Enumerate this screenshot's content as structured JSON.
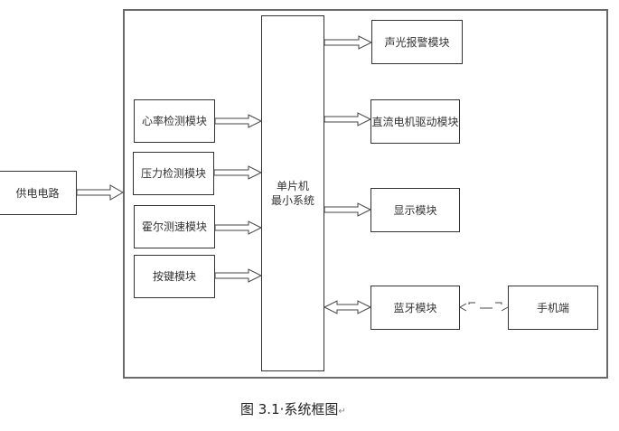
{
  "diagram": {
    "power_supply": "供电电路",
    "inputs": [
      {
        "label": "心率检测模块"
      },
      {
        "label": "压力检测模块"
      },
      {
        "label": "霍尔测速模块"
      },
      {
        "label": "按键模块"
      }
    ],
    "mcu": {
      "line1": "单片机",
      "line2": "最小系统"
    },
    "outputs": [
      {
        "label": "声光报警模块"
      },
      {
        "label": "直流电机驱动模块"
      },
      {
        "label": "显示模块"
      },
      {
        "label": "蓝牙模块"
      }
    ],
    "phone": "手机端",
    "connections": [
      {
        "from": "供电电路",
        "to": "system",
        "type": "one-way"
      },
      {
        "from": "心率检测模块",
        "to": "单片机最小系统",
        "type": "one-way"
      },
      {
        "from": "压力检测模块",
        "to": "单片机最小系统",
        "type": "one-way"
      },
      {
        "from": "霍尔测速模块",
        "to": "单片机最小系统",
        "type": "one-way"
      },
      {
        "from": "按键模块",
        "to": "单片机最小系统",
        "type": "one-way"
      },
      {
        "from": "单片机最小系统",
        "to": "声光报警模块",
        "type": "one-way"
      },
      {
        "from": "单片机最小系统",
        "to": "直流电机驱动模块",
        "type": "one-way"
      },
      {
        "from": "单片机最小系统",
        "to": "显示模块",
        "type": "one-way"
      },
      {
        "from": "单片机最小系统",
        "to": "蓝牙模块",
        "type": "two-way"
      },
      {
        "from": "蓝牙模块",
        "to": "手机端",
        "type": "two-way-wireless"
      }
    ]
  },
  "caption": {
    "text": "图 3.1·系统框图",
    "mark": "↵"
  }
}
